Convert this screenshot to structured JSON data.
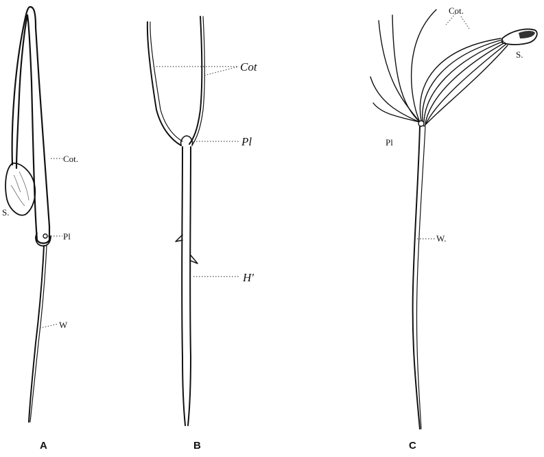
{
  "panels": [
    {
      "letter": "A",
      "labels": {
        "cotyledon": "Cot.",
        "seed": "S.",
        "plumule": "Pl",
        "root": "W"
      }
    },
    {
      "letter": "B",
      "labels": {
        "cotyledon": "Cot",
        "plumule": "Pl",
        "root": "H'"
      }
    },
    {
      "letter": "C",
      "labels": {
        "cotyledon": "Cot.",
        "seed": "S.",
        "plumule": "Pl",
        "root": "W."
      }
    }
  ],
  "colors": {
    "ink": "#111111",
    "background": "#ffffff"
  }
}
